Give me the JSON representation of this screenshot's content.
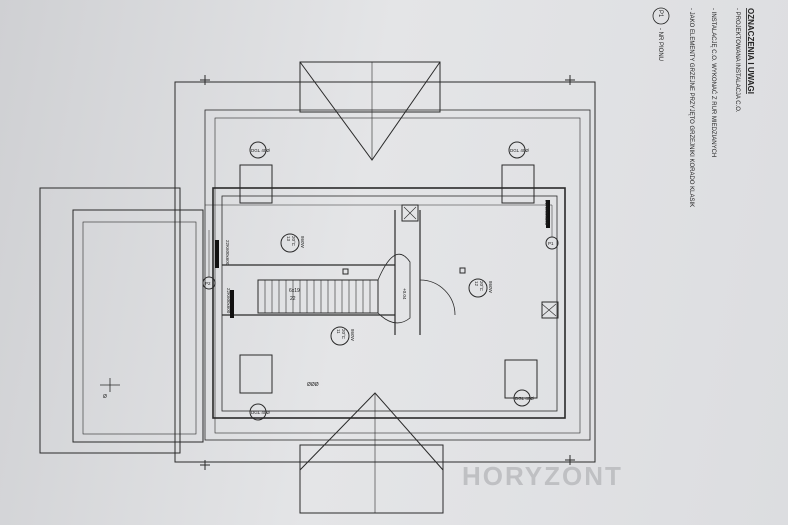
{
  "notes": {
    "title": "OZNACZENIA I UWAGI",
    "line1": "- PROJEKTOWANA INSTALACJA C.O.",
    "line2": "- INSTALACJĘ C.O. WYKONAĆ Z RUR MIEDZIANYCH",
    "line3": "- JAKO ELEMENTY GRZEJNE PRZYJĘTO GRZEJNIKI KORADO KLASIK",
    "legend_code": "P1",
    "legend_text": "- NR PIONU"
  },
  "plan": {
    "dgl": [
      "DGL 40Ø",
      "DGL 40Ø",
      "DGL 40Ø",
      "DGL 40Ø"
    ],
    "rooms": [
      {
        "num": "13",
        "temp": "20°C",
        "power": "860W"
      },
      {
        "num": "12",
        "temp": "20°C",
        "power": "860W"
      },
      {
        "num": "11",
        "temp": "20°C",
        "power": "860W"
      }
    ],
    "risers": [
      "P1",
      "P2"
    ],
    "radiators": [
      "22K600x600",
      "22K600x600",
      "22K600x600"
    ],
    "stair_label": "6x19",
    "stair_sub": "22",
    "door_label": "+0.04",
    "dims": [
      "Ø",
      "ØØØ"
    ]
  },
  "watermark": "HORYZONT"
}
